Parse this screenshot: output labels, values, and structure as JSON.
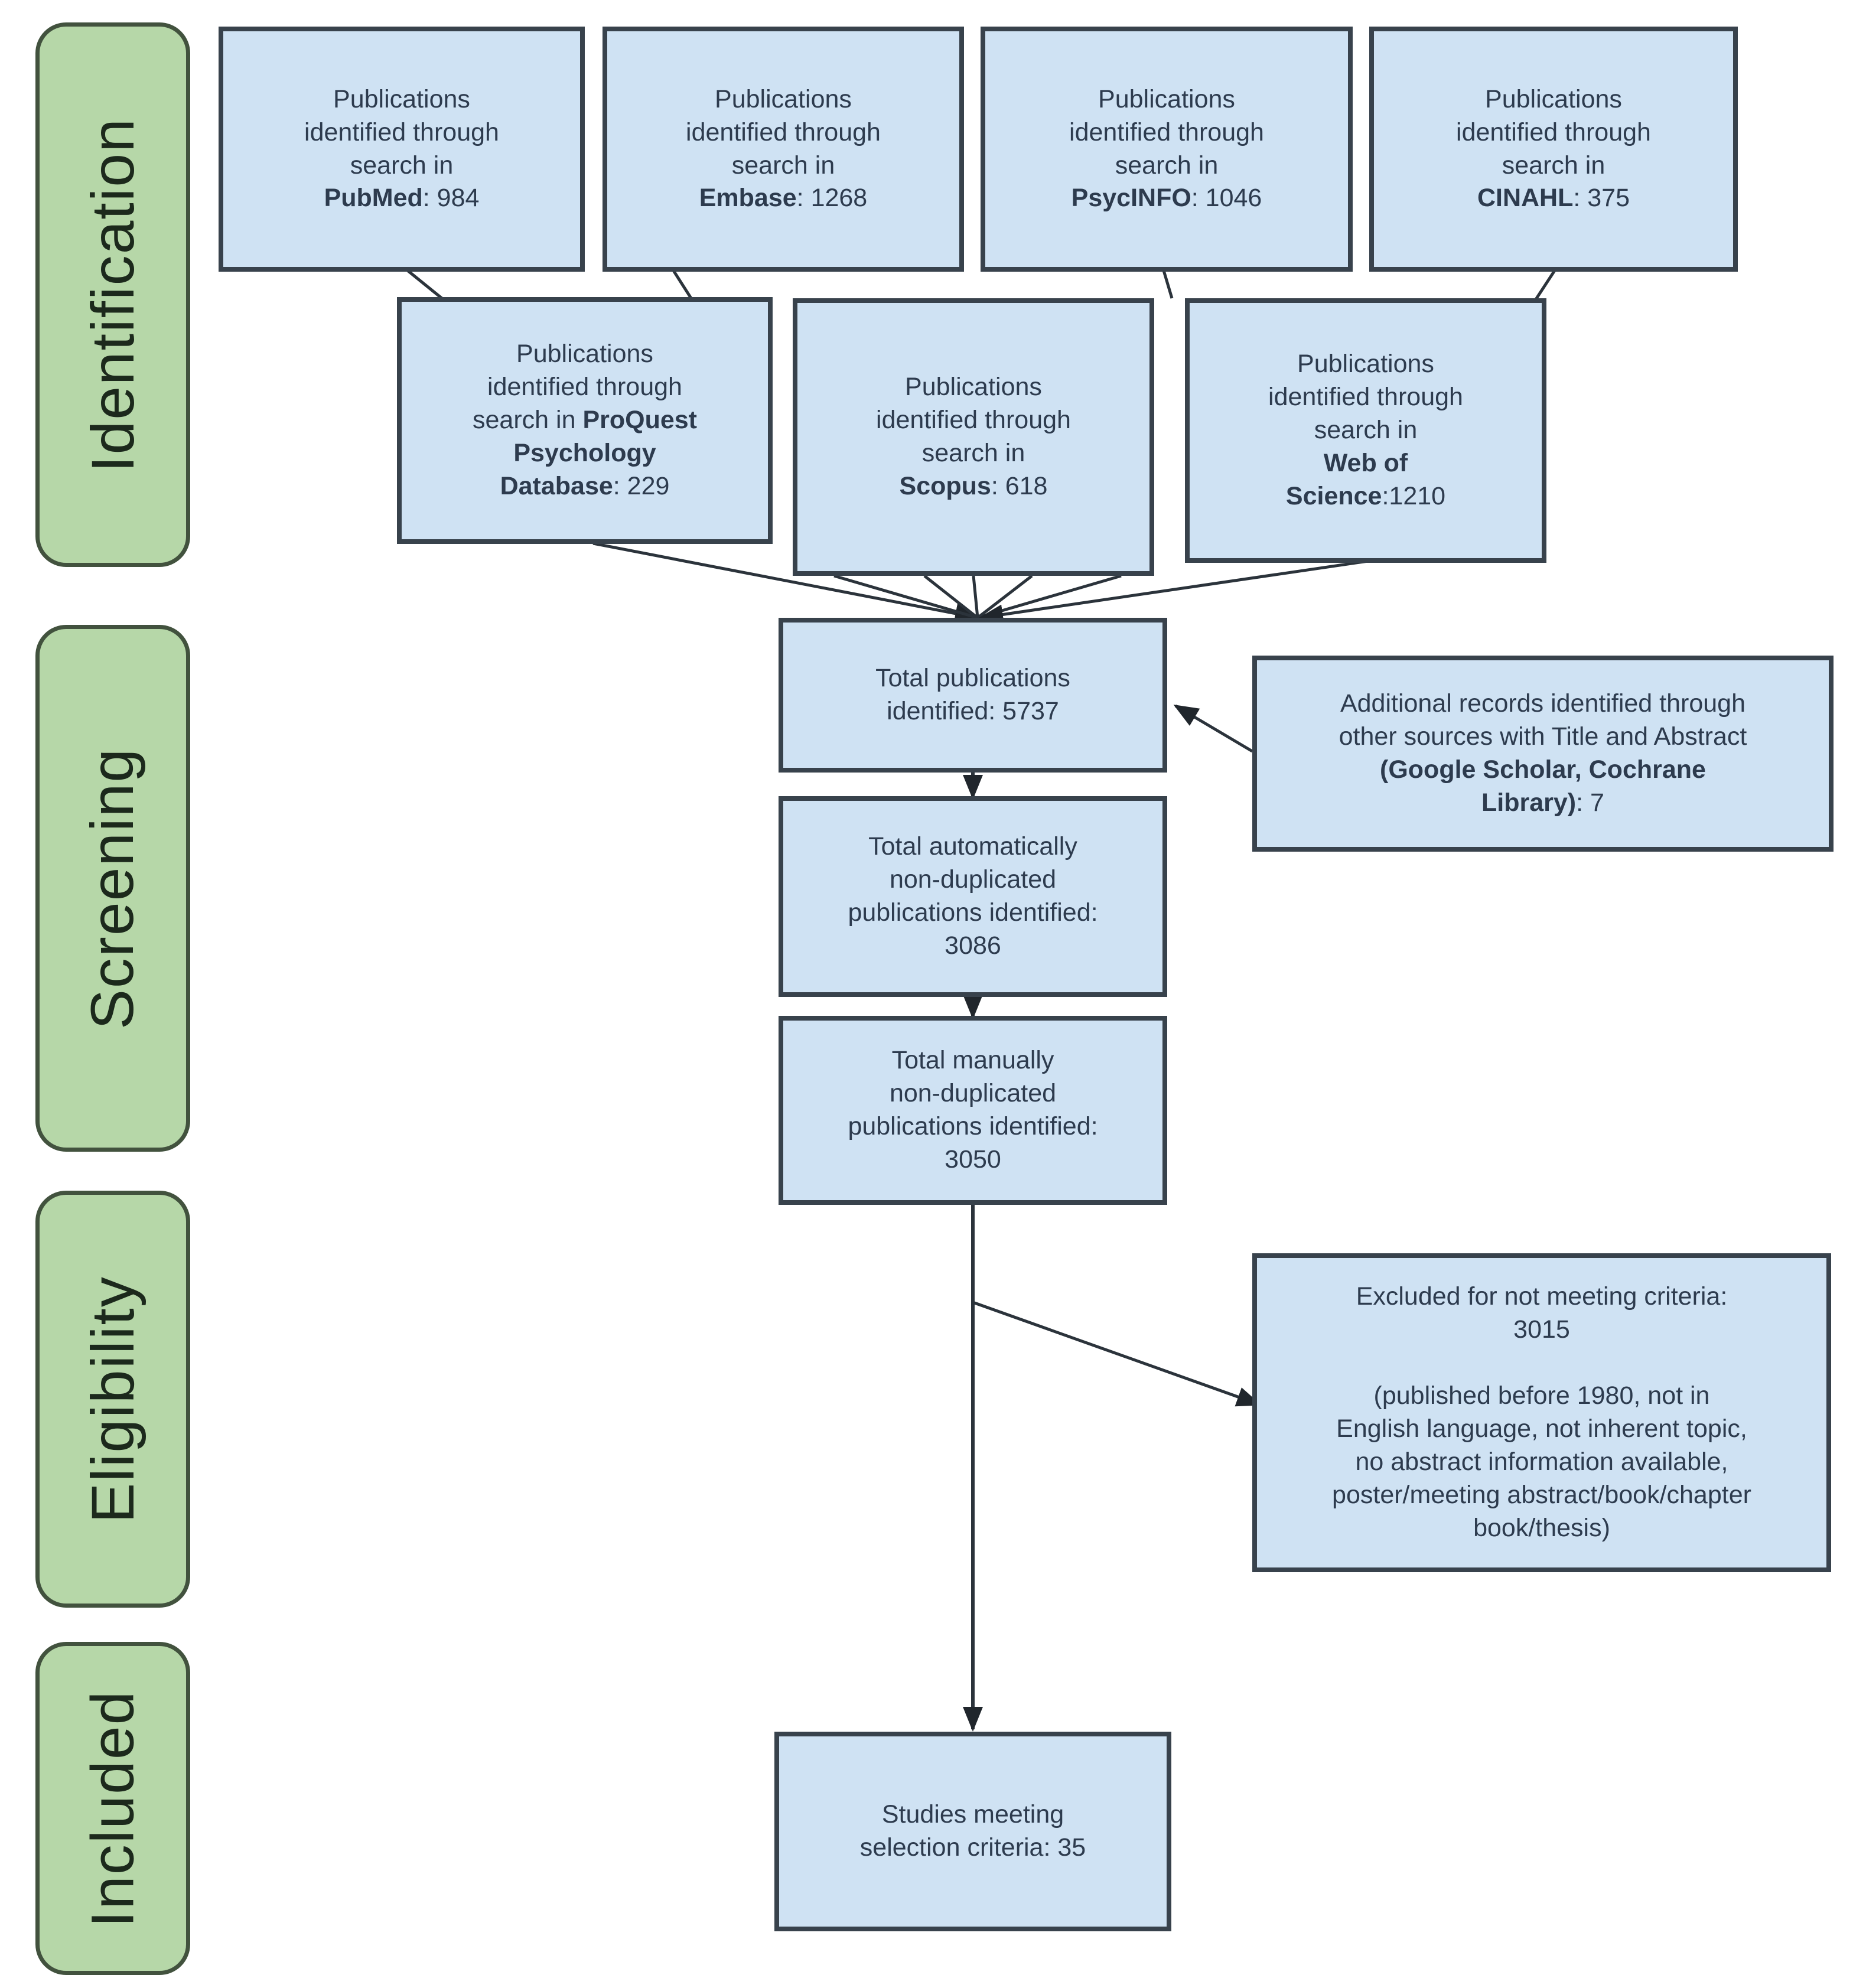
{
  "diagram_type": "prisma-flow",
  "stages": [
    {
      "label": "Identification"
    },
    {
      "label": "Screening"
    },
    {
      "label": "Eligibility"
    },
    {
      "label": "Included"
    }
  ],
  "boxes": {
    "pubmed": {
      "segments": [
        {
          "t": "Publications\nidentified through\nsearch in\n"
        },
        {
          "t": "PubMed",
          "b": true
        },
        {
          "t": ": 984"
        }
      ]
    },
    "embase": {
      "segments": [
        {
          "t": "Publications\nidentified through\nsearch in\n"
        },
        {
          "t": "Embase",
          "b": true
        },
        {
          "t": ": 1268"
        }
      ]
    },
    "psycinfo": {
      "segments": [
        {
          "t": "Publications\nidentified through\nsearch in\n"
        },
        {
          "t": "PsycINFO",
          "b": true
        },
        {
          "t": ": 1046"
        }
      ]
    },
    "cinahl": {
      "segments": [
        {
          "t": "Publications\nidentified through\nsearch in\n"
        },
        {
          "t": "CINAHL",
          "b": true
        },
        {
          "t": ": 375"
        }
      ]
    },
    "proquest": {
      "segments": [
        {
          "t": "Publications\nidentified through\nsearch in "
        },
        {
          "t": "ProQuest\nPsychology\nDatabase",
          "b": true
        },
        {
          "t": ": 229"
        }
      ]
    },
    "scopus": {
      "segments": [
        {
          "t": "Publications\nidentified through\nsearch in\n"
        },
        {
          "t": "Scopus",
          "b": true
        },
        {
          "t": ": 618"
        }
      ]
    },
    "webofscience": {
      "segments": [
        {
          "t": "Publications\nidentified through\nsearch in\n"
        },
        {
          "t": "Web of\nScience",
          "b": true
        },
        {
          "t": ":1210"
        }
      ]
    },
    "total_identified": {
      "segments": [
        {
          "t": "Total publications\nidentified: 5737"
        }
      ]
    },
    "additional_records": {
      "segments": [
        {
          "t": "Additional records identified through\nother sources with Title and Abstract\n"
        },
        {
          "t": "(Google Scholar, Cochrane\nLibrary)",
          "b": true
        },
        {
          "t": ": 7"
        }
      ]
    },
    "auto_dedup": {
      "segments": [
        {
          "t": "Total automatically\nnon-duplicated\npublications identified:\n3086"
        }
      ]
    },
    "manual_dedup": {
      "segments": [
        {
          "t": "Total manually\nnon-duplicated\npublications identified:\n3050"
        }
      ]
    },
    "excluded": {
      "segments": [
        {
          "t": "Excluded for not meeting criteria:\n3015\n\n(published before 1980, not in\nEnglish language, not inherent topic,\nno abstract information available,\nposter/meeting abstract/book/chapter\nbook/thesis)"
        }
      ]
    },
    "included_studies": {
      "segments": [
        {
          "t": "Studies meeting\nselection criteria: 35"
        }
      ]
    }
  },
  "colors": {
    "box_fill": "#cfe2f3",
    "box_border": "#38424c",
    "stage_fill": "#b6d7a8",
    "stage_border": "#42523e",
    "line": "#2b333b",
    "text": "#2d3b4e",
    "stage_text": "#1c291c"
  }
}
